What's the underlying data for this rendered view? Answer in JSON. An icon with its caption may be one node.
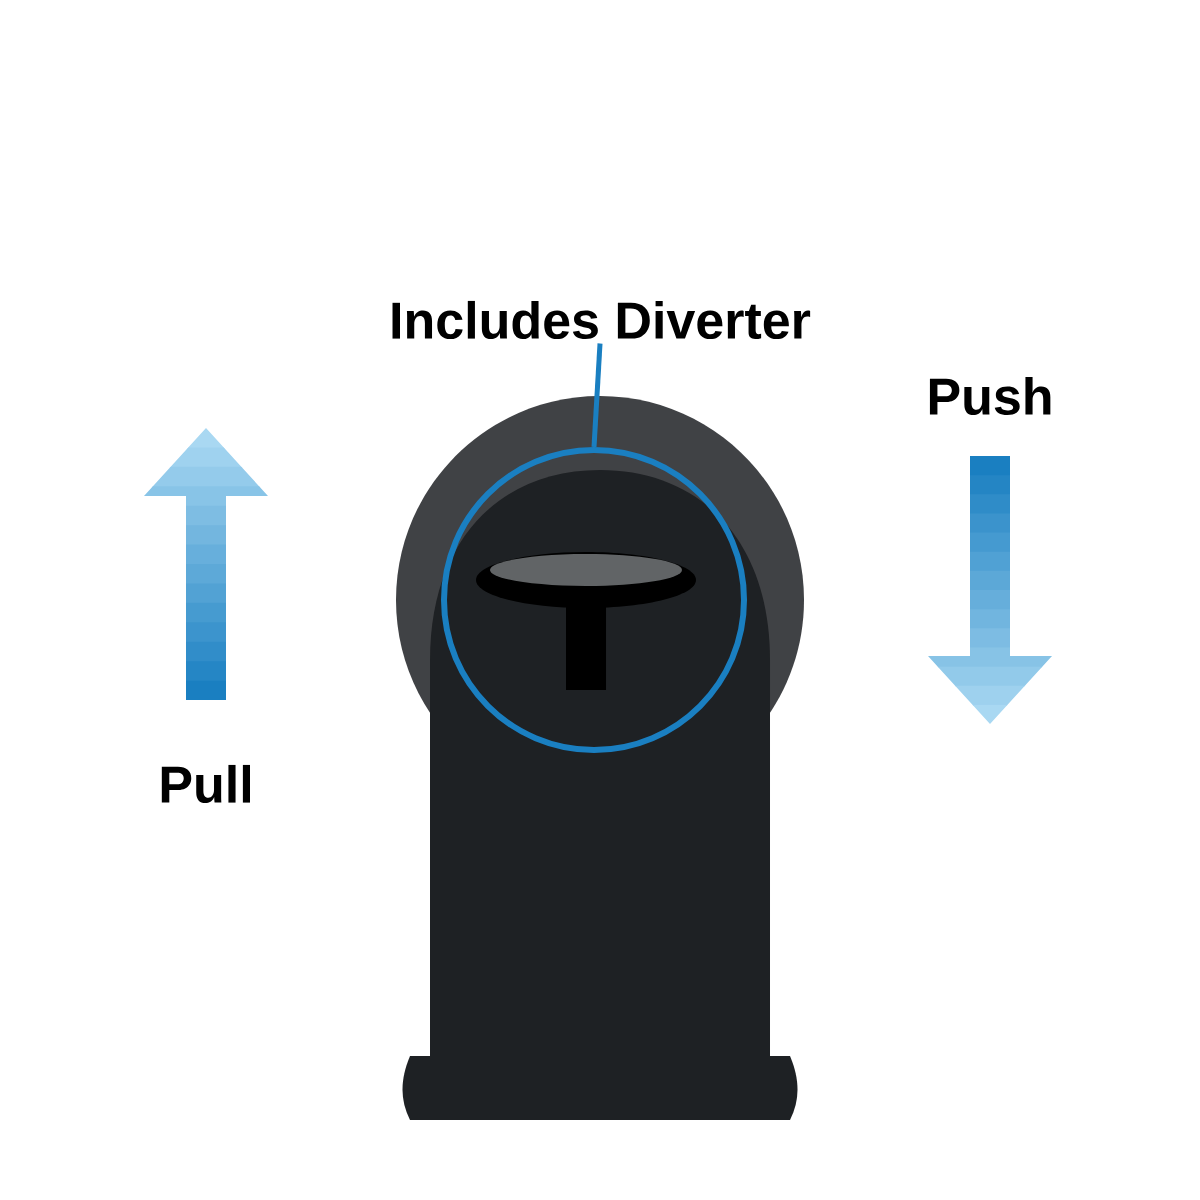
{
  "diagram": {
    "nodes": [
      {
        "text": [
          "Includes Diverter"
        ]
      },
      {
        "text": [],
        "shape": "circle"
      }
    ],
    "edges": [
      {
        "from": 0,
        "to": 1,
        "arrow": "none"
      }
    ],
    "labels": [
      "Push",
      "Pull"
    ]
  }
}
